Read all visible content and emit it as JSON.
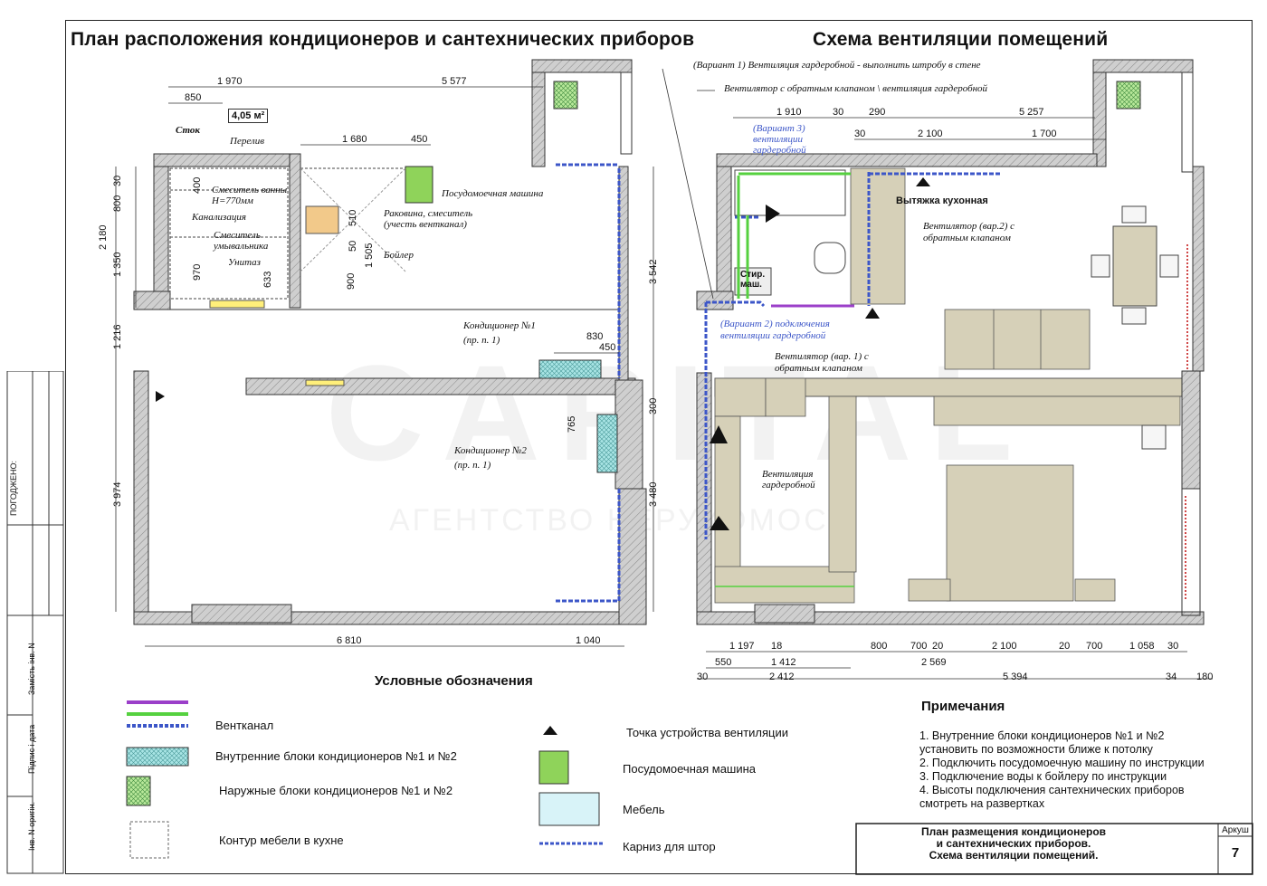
{
  "titles": {
    "left": "План расположения кондиционеров и сантехнических приборов",
    "right": "Схема вентиляции помещений"
  },
  "left_plan": {
    "area_badge": "4,05 м²",
    "labels": {
      "drain": "Сток",
      "overflow": "Перелив",
      "bath_mixer": "Смеситель ванны Н=770мм",
      "sewer": "Канализация",
      "sink_mixer": "Смеситель умывальника",
      "toilet": "Унитаз",
      "dishwasher": "Посудомоечная машина",
      "kitchen_sink": "Раковина, смеситель (учесть вентканал)",
      "boiler": "Бойлер",
      "ac1": "Кондиционер №1",
      "ac1_ref": "(пр. п. 1)",
      "ac2": "Кондиционер №2",
      "ac2_ref": "(пр. п. 1)"
    },
    "dims": {
      "top1": "1 970",
      "top2": "5 577",
      "d850": "850",
      "d1680": "1 680",
      "d450a": "450",
      "d400": "400",
      "d510": "510",
      "d50": "50",
      "d1505": "1 505",
      "d900": "900",
      "d970": "970",
      "d633": "633",
      "d30": "30",
      "d800": "800",
      "d2180": "2 180",
      "d1350": "1 350",
      "d1216": "1 216",
      "d3974": "3 974",
      "d3542": "3 542",
      "d830": "830",
      "d450b": "450",
      "d765": "765",
      "d300": "300",
      "d3480": "3 480",
      "bot1": "6 810",
      "bot2": "1 040"
    }
  },
  "right_plan": {
    "labels": {
      "v1_note": "(Вариант 1) Вентиляция гардеробной - выполнить штробу в стене",
      "fan_note": "Вентилятор с обратным клапаном \\ вентиляция гардеробной",
      "v3_note": "(Вариант 3) вентиляции гардеробной",
      "hood": "Вытяжка кухонная",
      "fan2": "Вентилятор (вар.2) с обратным клапаном",
      "washer": "Стир. маш.",
      "v2_note": "(Вариант 2) подключения вентиляции гардеробной",
      "fan1": "Вентилятор (вар. 1) с обратным клапаном",
      "wardrobe_vent": "Вентиляция гардеробной"
    },
    "dims": {
      "t1910": "1 910",
      "t30a": "30",
      "t290": "290",
      "t5257": "5 257",
      "t30b": "30",
      "t2100": "2 100",
      "t1700": "1 700",
      "b1197": "1 197",
      "b18": "18",
      "b800": "800",
      "b700a": "700",
      "b20a": "20",
      "b2100": "2 100",
      "b20b": "20",
      "b700b": "700",
      "b1058": "1 058",
      "b30": "30",
      "b550": "550",
      "b1412": "1 412",
      "b2569": "2 569",
      "b30c": "30",
      "b2412": "2 412",
      "b5394": "5 394",
      "b34": "34",
      "b180": "180"
    }
  },
  "legend": {
    "title": "Условные обозначения",
    "vent_channel": "Вентканал",
    "indoor_units": "Внутренние блоки кондиционеров №1 и №2",
    "outdoor_units": "Наружные блоки кондиционеров №1 и №2",
    "kitchen_outline": "Контур мебели в кухне",
    "vent_point": "Точка устройства вентиляции",
    "dishwasher": "Посудомоечная машина",
    "furniture": "Мебель",
    "curtain": "Карниз для штор"
  },
  "notes": {
    "title": "Примечания",
    "lines": [
      "1. Внутренние блоки кондиционеров №1 и №2",
      "установить по возможности ближе к потолку",
      "2. Подключить посудомоечную машину по инструкции",
      "3. Подключение воды к бойлеру по инструкции",
      "4. Высоты подключения сантехнических приборов",
      "смотреть на развертках"
    ]
  },
  "stamp": {
    "line1": "План  размещения кондиционеров",
    "line2": "и сантехнических приборов.",
    "line3": "Схема вентиляции помещений.",
    "sheet_label": "Аркуш",
    "sheet_no": "7"
  },
  "side": {
    "agreed": "ПОГОДЖЕНО:",
    "inv_replaced": "Замість інв. N",
    "sign_date": "Підпис і дата",
    "inv_orig": "Інв. N оригін."
  },
  "colors": {
    "vent_purple": "#9b3fc9",
    "vent_green": "#55d13f",
    "vent_blue": "#3c56c8",
    "ac_indoor": "#a8e4e4",
    "dishwasher": "#8fd35a",
    "furniture": "#d6d0b8",
    "furniture_legend": "#d8f3f8"
  }
}
